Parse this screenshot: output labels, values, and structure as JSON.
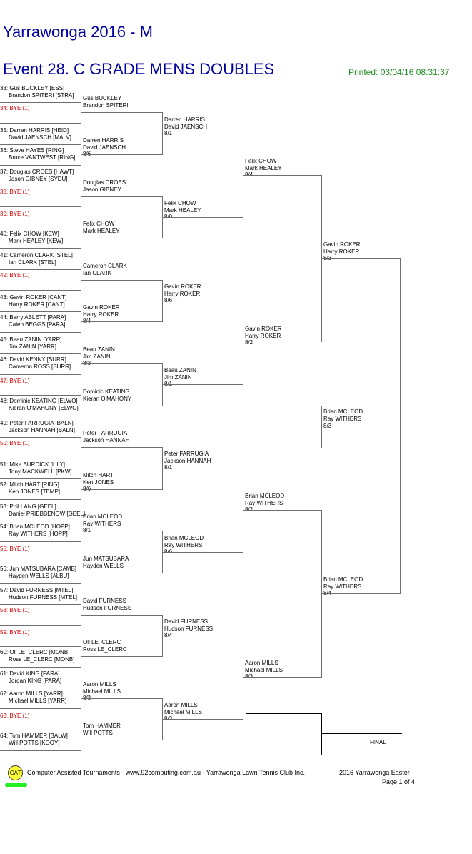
{
  "header": {
    "title": "Yarrawonga 2016 - M",
    "event": "Event 28. C GRADE MENS DOUBLES",
    "printed": "Printed: 03/04/16 08:31:37"
  },
  "round1": [
    {
      "num": "33:",
      "names": [
        "Gus BUCKLEY [ESS]",
        "Brandon SPITERI [STRA]"
      ]
    },
    {
      "num": "34:",
      "bye": "BYE (1)"
    },
    {
      "num": "35:",
      "names": [
        "Darren HARRIS [HEID]",
        "David JAENSCH [MALV]"
      ]
    },
    {
      "num": "36:",
      "names": [
        "Steve HAYES [RING]",
        "Bruce VANTWEST [RING]"
      ]
    },
    {
      "num": "37:",
      "names": [
        "Douglas CROES [HAWT]",
        "Jason GIBNEY [SYDU]"
      ]
    },
    {
      "num": "38:",
      "bye": "BYE (1)"
    },
    {
      "num": "39:",
      "bye": "BYE (1)"
    },
    {
      "num": "40:",
      "names": [
        "Felix CHOW [KEW]",
        "Mark HEALEY [KEW]"
      ]
    },
    {
      "num": "41:",
      "names": [
        "Cameron CLARK [STEL]",
        "Ian CLARK [STEL]"
      ]
    },
    {
      "num": "42:",
      "bye": "BYE (1)"
    },
    {
      "num": "43:",
      "names": [
        "Gavin ROKER [CANT]",
        "Harry ROKER [CANT]"
      ]
    },
    {
      "num": "44:",
      "names": [
        "Barry ABLETT [PARA]",
        "Caleb BEGGS [PARA]"
      ]
    },
    {
      "num": "45:",
      "names": [
        "Beau ZANIN [YARR]",
        "Jim ZANIN [YARR]"
      ]
    },
    {
      "num": "46:",
      "names": [
        "David KENNY [SURR]",
        "Cameron ROSS [SURR]"
      ]
    },
    {
      "num": "47:",
      "bye": "BYE (1)"
    },
    {
      "num": "48:",
      "names": [
        "Dominic KEATING [ELWO]",
        "Kieran O'MAHONY [ELWO]"
      ]
    },
    {
      "num": "49:",
      "names": [
        "Peter FARRUGIA [BALN]",
        "Jackson HANNAH [BALN]"
      ]
    },
    {
      "num": "50:",
      "bye": "BYE (1)"
    },
    {
      "num": "51:",
      "names": [
        "Mike BURDICK [LILY]",
        "Tony MACKWELL [PKW]"
      ]
    },
    {
      "num": "52:",
      "names": [
        "Mitch HART [RING]",
        "Ken JONES [TEMP]"
      ]
    },
    {
      "num": "53:",
      "names": [
        "Phil LANG [GEEL]",
        "Daniel PRIEBBENOW [GEEL]"
      ]
    },
    {
      "num": "54:",
      "names": [
        "Brian MCLEOD [HOPP]",
        "Ray WITHERS [HOPP]"
      ]
    },
    {
      "num": "55:",
      "bye": "BYE (1)"
    },
    {
      "num": "56:",
      "names": [
        "Jun MATSUBARA [CAMB]",
        "Hayden WELLS [ALBU]"
      ]
    },
    {
      "num": "57:",
      "names": [
        "David FURNESS [MTEL]",
        "Hudson FURNESS [MTEL]"
      ]
    },
    {
      "num": "58:",
      "bye": "BYE (1)"
    },
    {
      "num": "59:",
      "bye": "BYE (1)"
    },
    {
      "num": "60:",
      "names": [
        "Oll LE_CLERC [MONB]",
        "Ross LE_CLERC [MONB]"
      ]
    },
    {
      "num": "61:",
      "names": [
        "David KING [PARA]",
        "Jordan KING [PARA]"
      ]
    },
    {
      "num": "62:",
      "names": [
        "Aaron MILLS [YARR]",
        "Michael MILLS [YARR]"
      ]
    },
    {
      "num": "63:",
      "bye": "BYE (1)"
    },
    {
      "num": "64:",
      "names": [
        "Tom HAMMER [BALW]",
        "Will POTTS [KOOY]"
      ]
    }
  ],
  "round2": [
    {
      "names": [
        "Gus BUCKLEY",
        "Brandon SPITERI"
      ]
    },
    {
      "names": [
        "Darren HARRIS",
        "David JAENSCH"
      ],
      "score": "8/6"
    },
    {
      "names": [
        "Douglas CROES",
        "Jason GIBNEY"
      ]
    },
    {
      "names": [
        "Felix CHOW",
        "Mark HEALEY"
      ]
    },
    {
      "names": [
        "Cameron CLARK",
        "Ian CLARK"
      ]
    },
    {
      "names": [
        "Gavin ROKER",
        "Harry ROKER"
      ],
      "score": "8/4"
    },
    {
      "names": [
        "Beau ZANIN",
        "Jim ZANIN"
      ],
      "score": "8/3"
    },
    {
      "names": [
        "Dominic KEATING",
        "Kieran O'MAHONY"
      ]
    },
    {
      "names": [
        "Peter FARRUGIA",
        "Jackson HANNAH"
      ]
    },
    {
      "names": [
        "Mitch HART",
        "Ken JONES"
      ],
      "score": "8/6"
    },
    {
      "names": [
        "Brian MCLEOD",
        "Ray WITHERS"
      ],
      "score": "8/1"
    },
    {
      "names": [
        "Jun MATSUBARA",
        "Hayden WELLS"
      ]
    },
    {
      "names": [
        "David FURNESS",
        "Hudson FURNESS"
      ]
    },
    {
      "names": [
        "Oll LE_CLERC",
        "Ross LE_CLERC"
      ]
    },
    {
      "names": [
        "Aaron MILLS",
        "Michael MILLS"
      ],
      "score": "8/3"
    },
    {
      "names": [
        "Tom HAMMER",
        "Will POTTS"
      ]
    }
  ],
  "round3": [
    {
      "names": [
        "Darren HARRIS",
        "David JAENSCH"
      ],
      "score": "8/1"
    },
    {
      "names": [
        "Felix CHOW",
        "Mark HEALEY"
      ],
      "score": "8/0"
    },
    {
      "names": [
        "Gavin ROKER",
        "Harry ROKER"
      ],
      "score": "8/6"
    },
    {
      "names": [
        "Beau ZANIN",
        "Jim ZANIN"
      ],
      "score": "8/1"
    },
    {
      "names": [
        "Peter FARRUGIA",
        "Jackson HANNAH"
      ],
      "score": "8/1"
    },
    {
      "names": [
        "Brian MCLEOD",
        "Ray WITHERS"
      ],
      "score": "8/6"
    },
    {
      "names": [
        "David FURNESS",
        "Hudson FURNESS"
      ],
      "score": "8/4"
    },
    {
      "names": [
        "Aaron MILLS",
        "Michael MILLS"
      ],
      "score": "8/3"
    }
  ],
  "round4": [
    {
      "names": [
        "Felix CHOW",
        "Mark HEALEY"
      ],
      "score": "8/4"
    },
    {
      "names": [
        "Gavin ROKER",
        "Harry ROKER"
      ],
      "score": "8/2"
    },
    {
      "names": [
        "Brian MCLEOD",
        "Ray WITHERS"
      ],
      "score": "8/2"
    },
    {
      "names": [
        "Aaron MILLS",
        "Michael MILLS"
      ],
      "score": "8/3"
    }
  ],
  "round5": [
    {
      "names": [
        "Gavin ROKER",
        "Harry ROKER"
      ],
      "score": "8/3"
    },
    {
      "names": [
        "Brian MCLEOD",
        "Ray WITHERS"
      ],
      "score": "8/4"
    }
  ],
  "section_winner": {
    "names": [
      "Brian MCLEOD",
      "Ray WITHERS"
    ],
    "score": "8/3"
  },
  "final_label": "FINAL",
  "footer": {
    "logo": "CAT",
    "text": "Computer Assisted Tournaments - www.92computing.com.au -  Yarrawonga Lawn Tennis Club Inc.",
    "event_name": "2016 Yarrawonga Easter",
    "page": "Page 1 of 4"
  }
}
